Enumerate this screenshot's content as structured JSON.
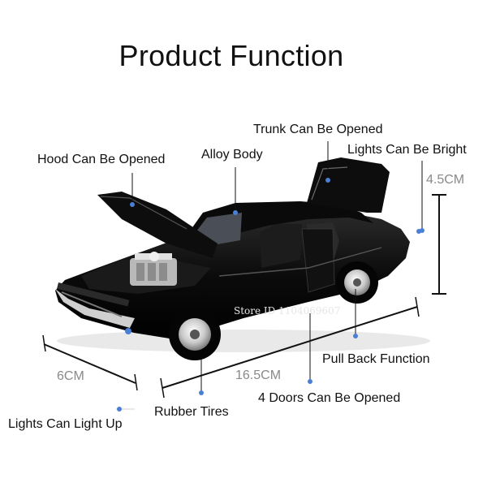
{
  "title": "Product Function",
  "features": {
    "hood": "Hood Can Be Opened",
    "alloy": "Alloy Body",
    "trunk": "Trunk Can Be Opened",
    "lights_bright": "Lights Can Be Bright",
    "pull_back": "Pull Back Function",
    "doors": "4 Doors Can Be Opened",
    "rubber_tires": "Rubber Tires",
    "lights_up": "Lights Can Light Up"
  },
  "dimensions": {
    "height": "4.5CM",
    "width": "6CM",
    "length": "16.5CM"
  },
  "watermark": "Store ID 1104069607",
  "colors": {
    "car_body": "#0b0b0b",
    "pointer": "#4a7fd6",
    "dimension_line": "#111111",
    "dimension_text": "#8a8a8a"
  }
}
